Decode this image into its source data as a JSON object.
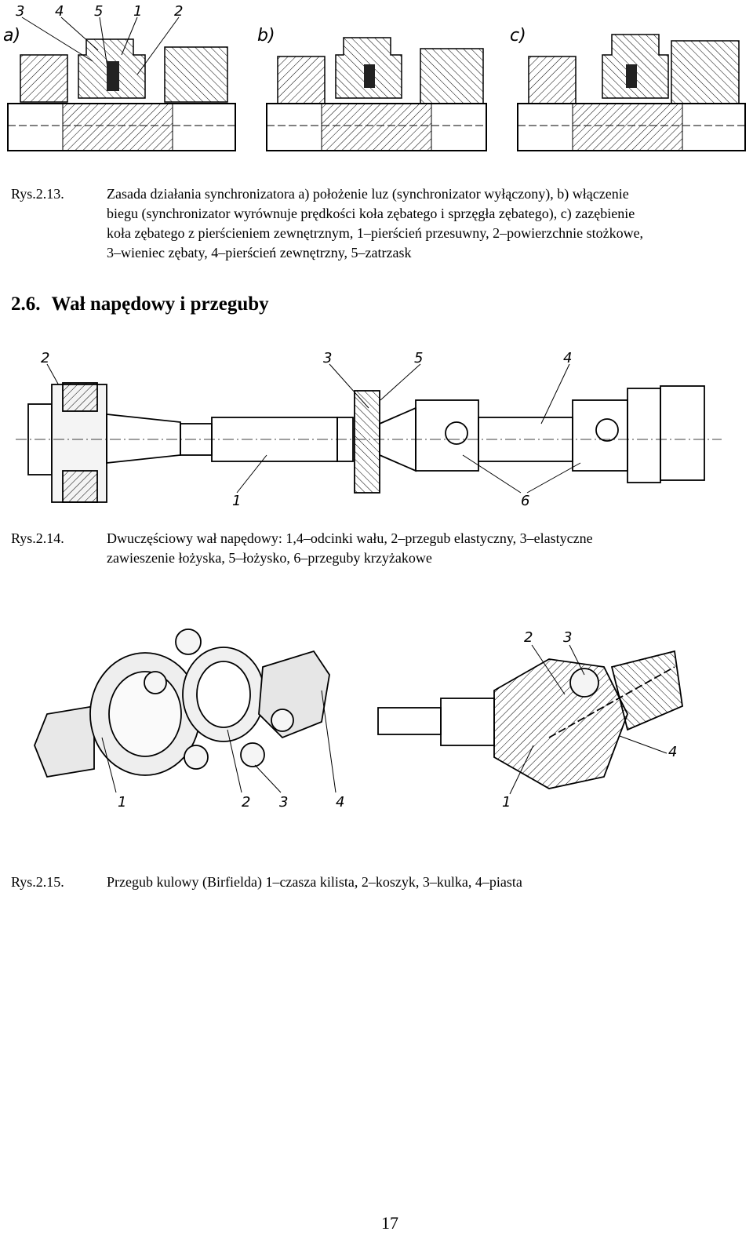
{
  "figures": {
    "fig13": {
      "panel_labels": [
        "a)",
        "b)",
        "c)"
      ],
      "callouts": [
        "3",
        "4",
        "5",
        "1",
        "2"
      ],
      "caption_label": "Rys.2.13.",
      "caption_lines": [
        "Zasada działania synchronizatora a) położenie luz (synchronizator wyłączony), b) włączenie",
        "biegu (synchronizator wyrównuje prędkości koła zębatego i sprzęgła zębatego), c) zazębienie",
        "koła zębatego z pierścieniem zewnętrznym, 1–pierścień przesuwny, 2–powierzchnie stożkowe,",
        "3–wieniec zębaty, 4–pierścień zewnętrzny, 5–zatrzask"
      ]
    },
    "fig14": {
      "callouts": [
        "2",
        "3",
        "5",
        "4",
        "1",
        "6"
      ],
      "caption_label": "Rys.2.14.",
      "caption_lines": [
        "Dwuczęściowy wał napędowy: 1,4–odcinki wału, 2–przegub elastyczny, 3–elastyczne",
        "zawieszenie łożyska, 5–łożysko, 6–przeguby krzyżakowe"
      ]
    },
    "fig15": {
      "callouts_left": [
        "1",
        "2",
        "3",
        "4"
      ],
      "callouts_right": [
        "2",
        "3",
        "4",
        "1"
      ],
      "caption_label": "Rys.2.15.",
      "caption_lines": [
        "Przegub kulowy (Birfielda) 1–czasza kilista, 2–koszyk, 3–kulka, 4–piasta"
      ]
    }
  },
  "section": {
    "number": "2.6.",
    "title": "Wał napędowy i przeguby"
  },
  "page_number": "17"
}
